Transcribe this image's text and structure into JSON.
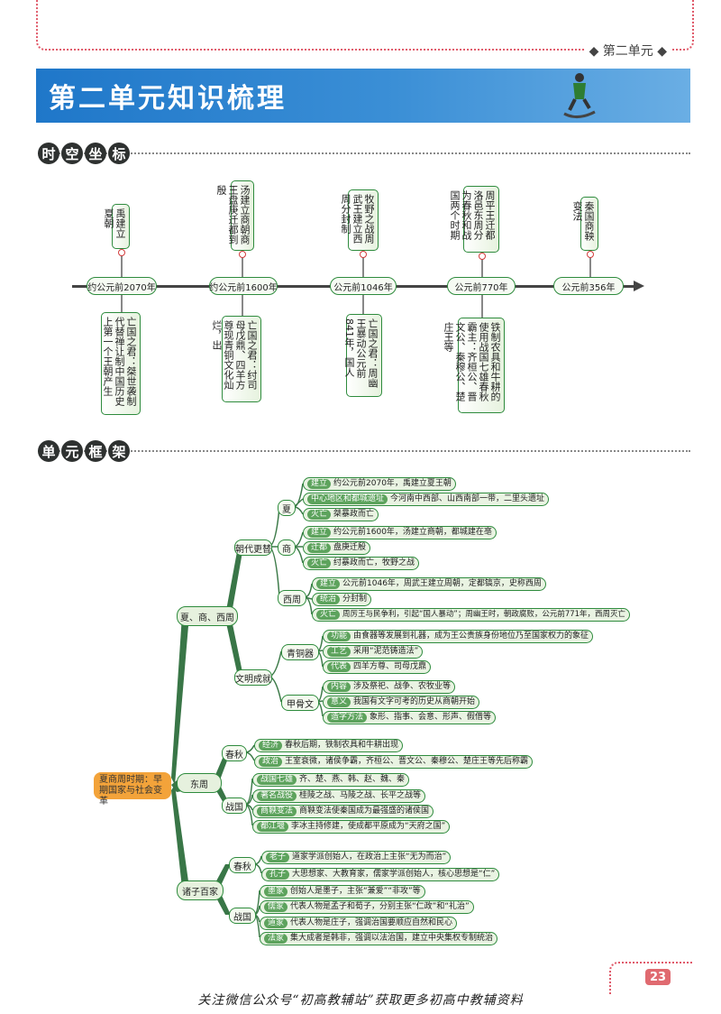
{
  "header": {
    "unit_label": "第二单元",
    "banner_title": "第二单元知识梳理"
  },
  "timeline": {
    "section_title": [
      "时",
      "空",
      "坐",
      "标"
    ],
    "dates": [
      "约公元前2070年",
      "约公元前1600年",
      "公元前1046年",
      "公元前770年",
      "公元前356年"
    ],
    "above": [
      "禹建立夏朝",
      "汤建立商朝商王盘庚迁都到殷",
      "牧野之战周武王建立西周分封制",
      "周平王迁都洛邑东周分为春秋和战国两个时期",
      "秦国商鞅变法"
    ],
    "below": [
      "亡国之君：桀世袭制代替禅让制中国历史上第一个王朝产生",
      "亡国之君：纣司母戊鼎、四羊方尊现青铜文化灿烂，出",
      "亡国之君：周幽王暴动公元前841年，国人",
      "铁制农具和牛耕的使用战国七雄春秋霸主：齐桓公、晋文公、秦穆公、楚庄王等"
    ]
  },
  "framework": {
    "section_title": [
      "单",
      "元",
      "框",
      "架"
    ],
    "root": "夏商周时期：早期国家与社会变革",
    "cats": [
      "夏、商、西周",
      "东周",
      "诸子百家"
    ],
    "subs": {
      "chaodai": "朝代更替",
      "wenming": "文明成就",
      "xia": "夏",
      "shang": "商",
      "xizhou": "西周",
      "qingtong": "青铜器",
      "jiagu": "甲骨文",
      "chunqiu": "春秋",
      "zhanguo": "战国",
      "chunqiu2": "春秋",
      "zhanguo2": "战国"
    },
    "leaves": [
      {
        "tag": "建立",
        "text": "约公元前2070年，禹建立夏王朝"
      },
      {
        "tag": "中心地区和都城遗址",
        "text": "今河南中西部、山西南部一带，二里头遗址"
      },
      {
        "tag": "灭亡",
        "text": "桀暴政而亡"
      },
      {
        "tag": "建立",
        "text": "约公元前1600年，汤建立商朝，都城建在亳"
      },
      {
        "tag": "迁都",
        "text": "盘庚迁殷"
      },
      {
        "tag": "灭亡",
        "text": "纣暴政而亡，牧野之战"
      },
      {
        "tag": "建立",
        "text": "公元前1046年，周武王建立周朝，定都镐京，史称西周"
      },
      {
        "tag": "统治",
        "text": "分封制"
      },
      {
        "tag": "灭亡",
        "text": "周厉王与民争利，引起“国人暴动”；周幽王时，朝政腐败，公元前771年，西周灭亡"
      },
      {
        "tag": "功能",
        "text": "由食器等发展到礼器，成为王公贵族身份地位乃至国家权力的象征"
      },
      {
        "tag": "工艺",
        "text": "采用“泥范铸造法”"
      },
      {
        "tag": "代表",
        "text": "四羊方尊、司母戊鼎"
      },
      {
        "tag": "内容",
        "text": "涉及祭祀、战争、农牧业等"
      },
      {
        "tag": "意义",
        "text": "我国有文字可考的历史从商朝开始"
      },
      {
        "tag": "造字方法",
        "text": "象形、指事、会意、形声、假借等"
      },
      {
        "tag": "经济",
        "text": "春秋后期，铁制农具和牛耕出现"
      },
      {
        "tag": "政治",
        "text": "王室衰微，诸侯争霸，齐桓公、晋文公、秦穆公、楚庄王等先后称霸"
      },
      {
        "tag": "战国七雄",
        "text": "齐、楚、燕、韩、赵、魏、秦"
      },
      {
        "tag": "著名战役",
        "text": "桂陵之战、马陵之战、长平之战等"
      },
      {
        "tag": "商鞅变法",
        "text": "商鞅变法使秦国成为最强盛的诸侯国"
      },
      {
        "tag": "都江堰",
        "text": "李冰主持修建，使成都平原成为“天府之国”"
      },
      {
        "tag": "老子",
        "text": "道家学派创始人，在政治上主张“无为而治”"
      },
      {
        "tag": "孔子",
        "text": "大思想家、大教育家，儒家学派创始人，核心思想是“仁”"
      },
      {
        "tag": "墨家",
        "text": "创始人是墨子，主张“兼爱”“非攻”等"
      },
      {
        "tag": "儒家",
        "text": "代表人物是孟子和荀子，分别主张“仁政”和“礼治”"
      },
      {
        "tag": "道家",
        "text": "代表人物是庄子，强调治国要顺应自然和民心"
      },
      {
        "tag": "法家",
        "text": "集大成者是韩非，强调以法治国，建立中央集权专制统治"
      }
    ]
  },
  "footer": {
    "text": "关注微信公众号“初高教辅站”获取更多初高中教辅资料",
    "page_number": "23"
  }
}
